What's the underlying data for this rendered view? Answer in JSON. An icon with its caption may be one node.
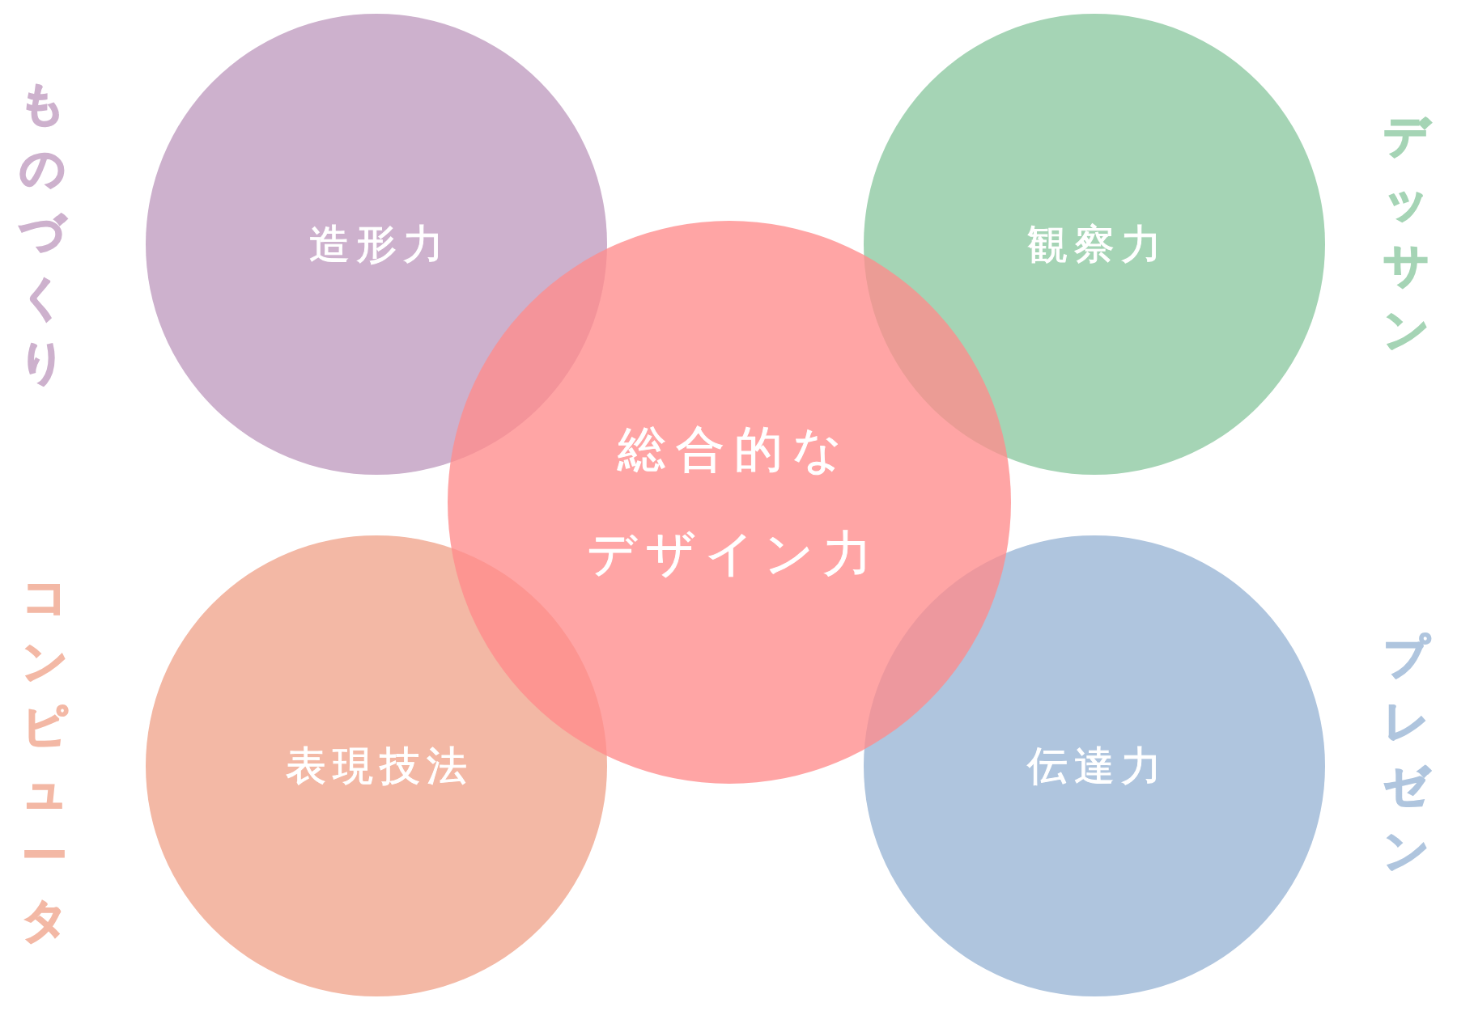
{
  "diagram": {
    "nodes": [
      {
        "text": [
          "造形力"
        ],
        "beside": [
          "ものづくり"
        ]
      },
      {
        "text": [
          "観察力"
        ],
        "beside": [
          "デッサン"
        ]
      },
      {
        "text": [
          "総合的な",
          "デザイン力"
        ]
      },
      {
        "text": [
          "表現技法"
        ],
        "beside": [
          "コンピュータ"
        ]
      },
      {
        "text": [
          "伝達力"
        ],
        "beside": [
          "プレゼン"
        ]
      }
    ]
  }
}
